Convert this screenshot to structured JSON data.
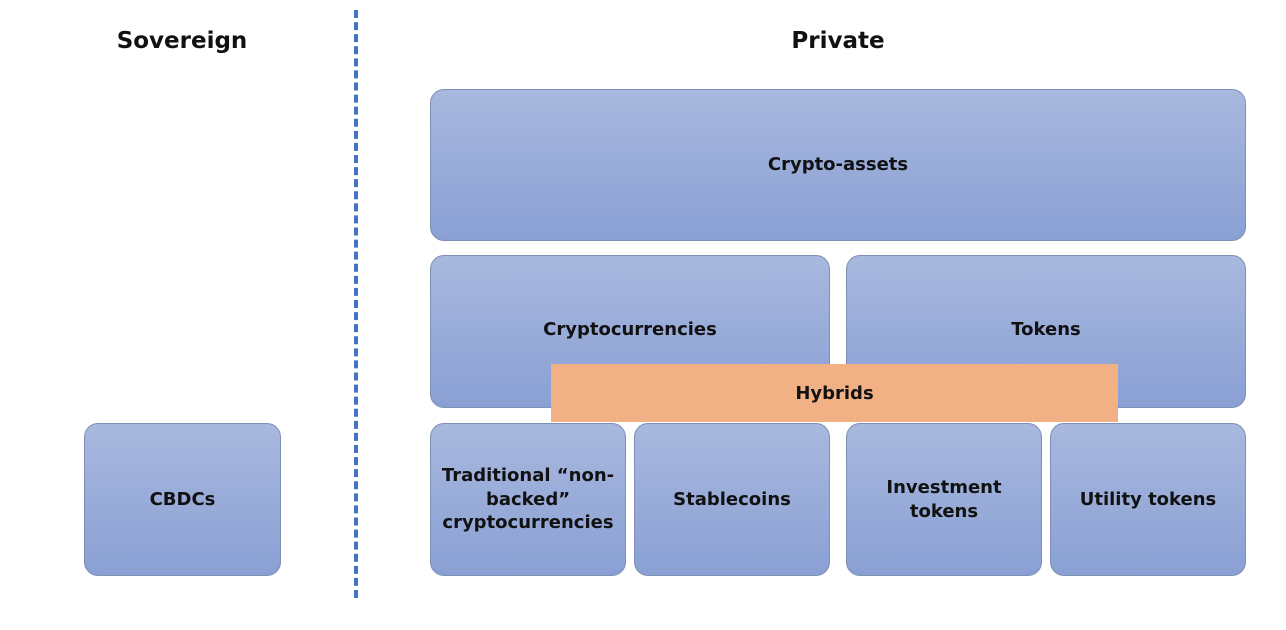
{
  "headings": {
    "sovereign": "Sovereign",
    "private": "Private"
  },
  "boxes": {
    "cbdcs": "CBDCs",
    "crypto_assets": "Crypto-assets",
    "cryptocurrencies": "Cryptocurrencies",
    "tokens": "Tokens",
    "hybrids": "Hybrids",
    "traditional": "Traditional “non-backed” cryptocurrencies",
    "stablecoins": "Stablecoins",
    "investment_tokens": "Investment tokens",
    "utility_tokens": "Utility tokens"
  },
  "colors": {
    "box": "#94a8d8",
    "hybrid": "#f2b085",
    "divider": "#4472c4"
  }
}
